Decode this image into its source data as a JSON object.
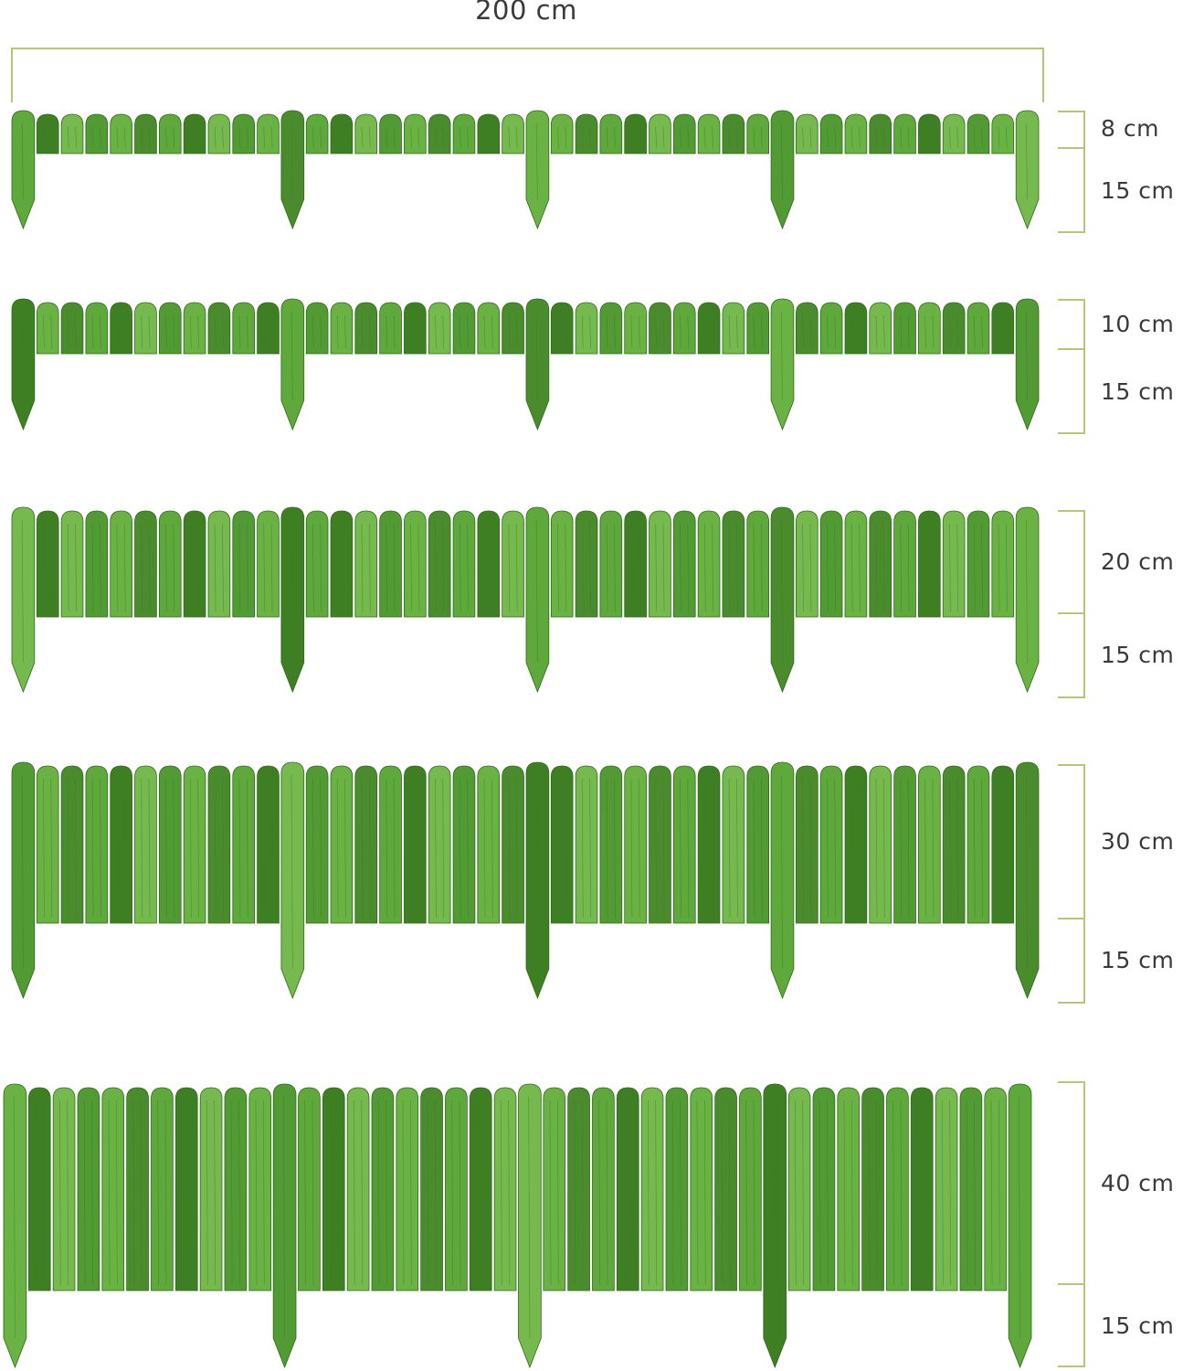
{
  "total_length_label": "200 cm",
  "variants": [
    {
      "above_label": "8 cm",
      "below_label": "15 cm",
      "above_cm": 8
    },
    {
      "above_label": "10 cm",
      "below_label": "15 cm",
      "above_cm": 10
    },
    {
      "above_label": "20 cm",
      "below_label": "15 cm",
      "above_cm": 20
    },
    {
      "above_label": "30 cm",
      "below_label": "15 cm",
      "above_cm": 30
    },
    {
      "above_label": "40 cm",
      "below_label": "15 cm",
      "above_cm": 40
    }
  ],
  "colors": {
    "wood": "#5ea83c",
    "wood_dark": "#3f7f24",
    "wood_light": "#76b94f",
    "bracket": "#b9c47a",
    "text": "#3a3a3a"
  }
}
